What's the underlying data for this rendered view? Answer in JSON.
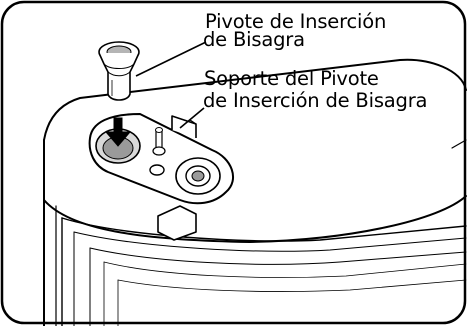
{
  "callouts": {
    "hinge_pivot_insert": {
      "line1": "Pivote de Inserción",
      "line2": "de Bisagra"
    },
    "hinge_pivot_insert_support": {
      "line1": "Soporte del Pivote",
      "line2": "de Inserción de Bisagra"
    }
  }
}
